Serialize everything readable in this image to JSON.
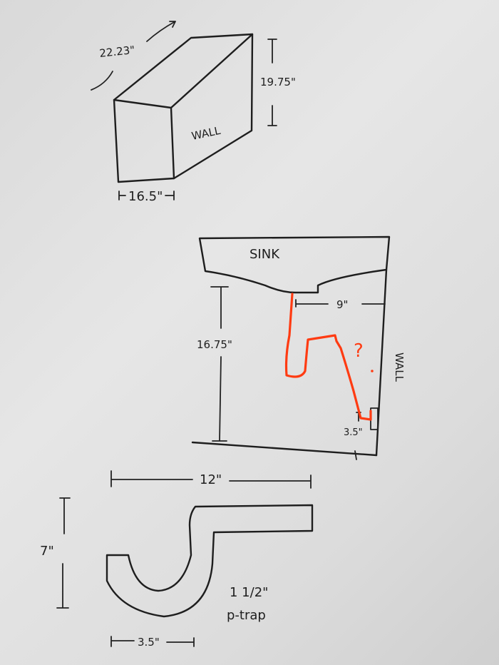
{
  "box": {
    "length_label": "22.23\"",
    "height_label": "19.75\"",
    "width_label": "16.5\"",
    "face_label": "WALL"
  },
  "sink_view": {
    "sink_label": "SINK",
    "depth_label": "16.75\"",
    "offset_label": "9\"",
    "outlet_label": "3.5\"",
    "question_label": "?",
    "wall_label": "WALL"
  },
  "trap": {
    "length_label": "12\"",
    "height_label": "7\"",
    "width_label": "3.5\"",
    "size_label": "1 1/2\"",
    "name_label": "p-trap"
  },
  "colors": {
    "ink": "#1e1e1e",
    "marker": "#ff3b12",
    "paper": "#e2e2e2"
  }
}
